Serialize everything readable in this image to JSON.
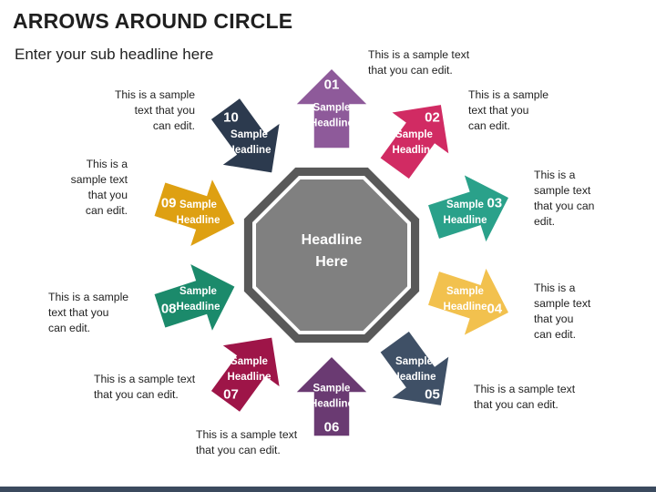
{
  "title": "ARROWS AROUND CIRCLE",
  "subtitle": "Enter your sub headline here",
  "center": {
    "line1": "Headline",
    "line2": "Here",
    "fill": "#808080",
    "ring": "#595959"
  },
  "arrows": [
    {
      "number": "01",
      "line1": "Sample",
      "line2": "Headline",
      "color": "#8e5a9a",
      "text": "This is a sample text\nthat you can edit."
    },
    {
      "number": "02",
      "line1": "Sample",
      "line2": "Headline",
      "color": "#d12b63",
      "text": "This is a sample\ntext that you\ncan edit."
    },
    {
      "number": "03",
      "line1": "Sample",
      "line2": "Headline",
      "color": "#2aa18a",
      "text": "This is a\nsample text\nthat you can\nedit."
    },
    {
      "number": "04",
      "line1": "Sample",
      "line2": "Headline",
      "color": "#f2c14e",
      "text": "This is a\nsample text\nthat you\ncan edit."
    },
    {
      "number": "05",
      "line1": "Sample",
      "line2": "Headline",
      "color": "#3f5066",
      "text": "This is a sample text\nthat you can edit."
    },
    {
      "number": "06",
      "line1": "Sample",
      "line2": "Headline",
      "color": "#6a3a72",
      "text": "This is a sample text\nthat you can edit."
    },
    {
      "number": "07",
      "line1": "Sample",
      "line2": "Headline",
      "color": "#9e1548",
      "text": "This is a sample text\nthat you can edit."
    },
    {
      "number": "08",
      "line1": "Sample",
      "line2": "Headline",
      "color": "#1b8a6b",
      "text": "This is a sample\ntext that you\ncan edit."
    },
    {
      "number": "09",
      "line1": "Sample",
      "line2": "Headline",
      "color": "#dea012",
      "text": "This is a\nsample text\nthat you\ncan edit."
    },
    {
      "number": "10",
      "line1": "Sample",
      "line2": "Headline",
      "color": "#2c3a4e",
      "text": "This is a sample\ntext that you\ncan edit."
    }
  ]
}
